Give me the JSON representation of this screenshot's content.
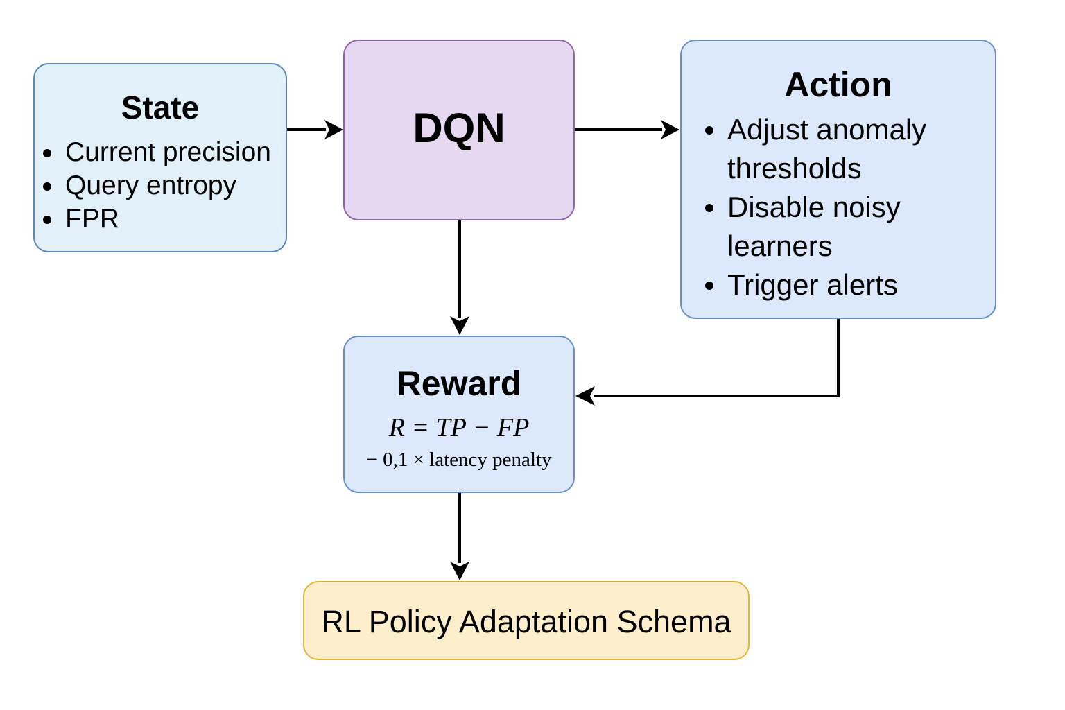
{
  "colors": {
    "state_fill": "#e2f0f9",
    "state_border": "#5b86b8",
    "dqn_fill": "#e6d8f1",
    "dqn_border": "#8e64ad",
    "action_fill": "#dce8fb",
    "action_border": "#6a8fc7",
    "reward_fill": "#dce8fb",
    "reward_border": "#6a8fc7",
    "schema_fill": "#fdefcb",
    "schema_border": "#e2b43c",
    "arrow": "#000000"
  },
  "nodes": {
    "state": {
      "title": "State",
      "items": [
        "Current precision",
        "Query entropy",
        "FPR"
      ]
    },
    "dqn": {
      "title": "DQN"
    },
    "action": {
      "title": "Action",
      "items": [
        "Adjust anomaly thresholds",
        "Disable noisy learners",
        "Trigger alerts"
      ]
    },
    "reward": {
      "title": "Reward",
      "formula_line1": "R = TP − FP",
      "formula_line2": "− 0,1 × latency penalty"
    },
    "schema": {
      "label": "RL Policy Adaptation Schema"
    }
  },
  "edges": [
    {
      "from": "state",
      "to": "dqn"
    },
    {
      "from": "dqn",
      "to": "action"
    },
    {
      "from": "dqn",
      "to": "reward"
    },
    {
      "from": "action",
      "to": "reward"
    },
    {
      "from": "reward",
      "to": "schema"
    }
  ]
}
